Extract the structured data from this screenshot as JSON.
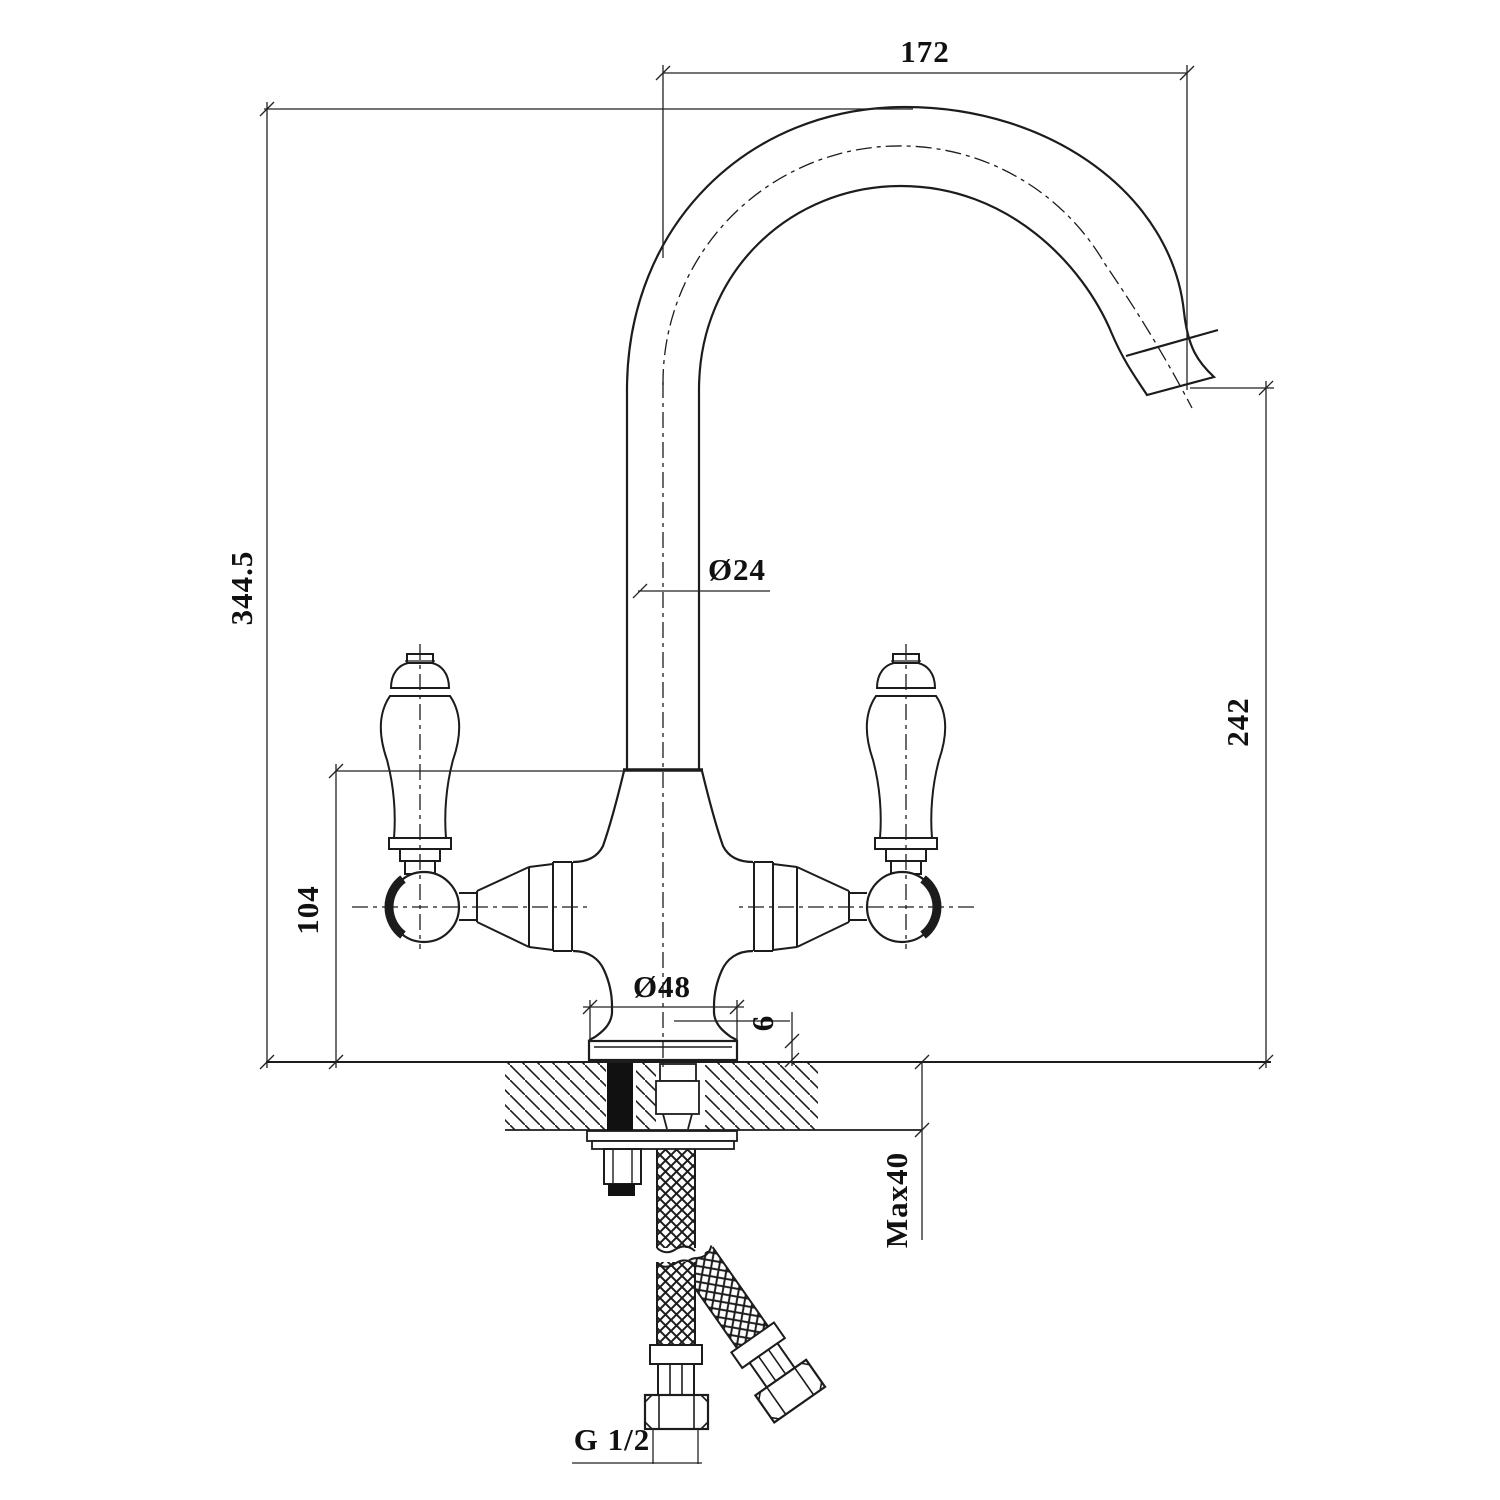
{
  "drawing": {
    "subject": "kitchen mixer tap dimensional drawing",
    "dimensions": {
      "spout_reach": "172",
      "overall_height": "344.5",
      "spout_tube_diameter": "Ø24",
      "spout_outlet_height": "242",
      "handle_section_height": "104",
      "base_diameter": "Ø48",
      "base_plate_thickness": "6",
      "max_mounting_thickness": "Max40",
      "connection_thread": "G 1/2"
    },
    "style": {
      "line_color": "#1c1c1c",
      "dim_color": "#222222",
      "background": "#ffffff"
    }
  }
}
